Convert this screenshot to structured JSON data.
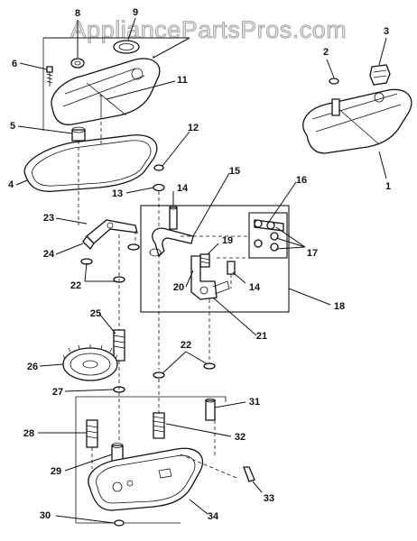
{
  "watermark": "AppliancePartsPros.com",
  "callouts": {
    "n1": "1",
    "n2": "2",
    "n3": "3",
    "n4": "4",
    "n5": "5",
    "n6": "6",
    "n8": "8",
    "n9": "9",
    "n11": "11",
    "n12": "12",
    "n13": "13",
    "n14a": "14",
    "n14b": "14",
    "n15": "15",
    "n16": "16",
    "n17": "17",
    "n18": "18",
    "n19": "19",
    "n20": "20",
    "n21": "21",
    "n22a": "22",
    "n22b": "22",
    "n23": "23",
    "n24": "24",
    "n25": "25",
    "n26": "26",
    "n27": "27",
    "n28": "28",
    "n29": "29",
    "n30": "30",
    "n31": "31",
    "n32": "32",
    "n33": "33",
    "n34": "34"
  }
}
